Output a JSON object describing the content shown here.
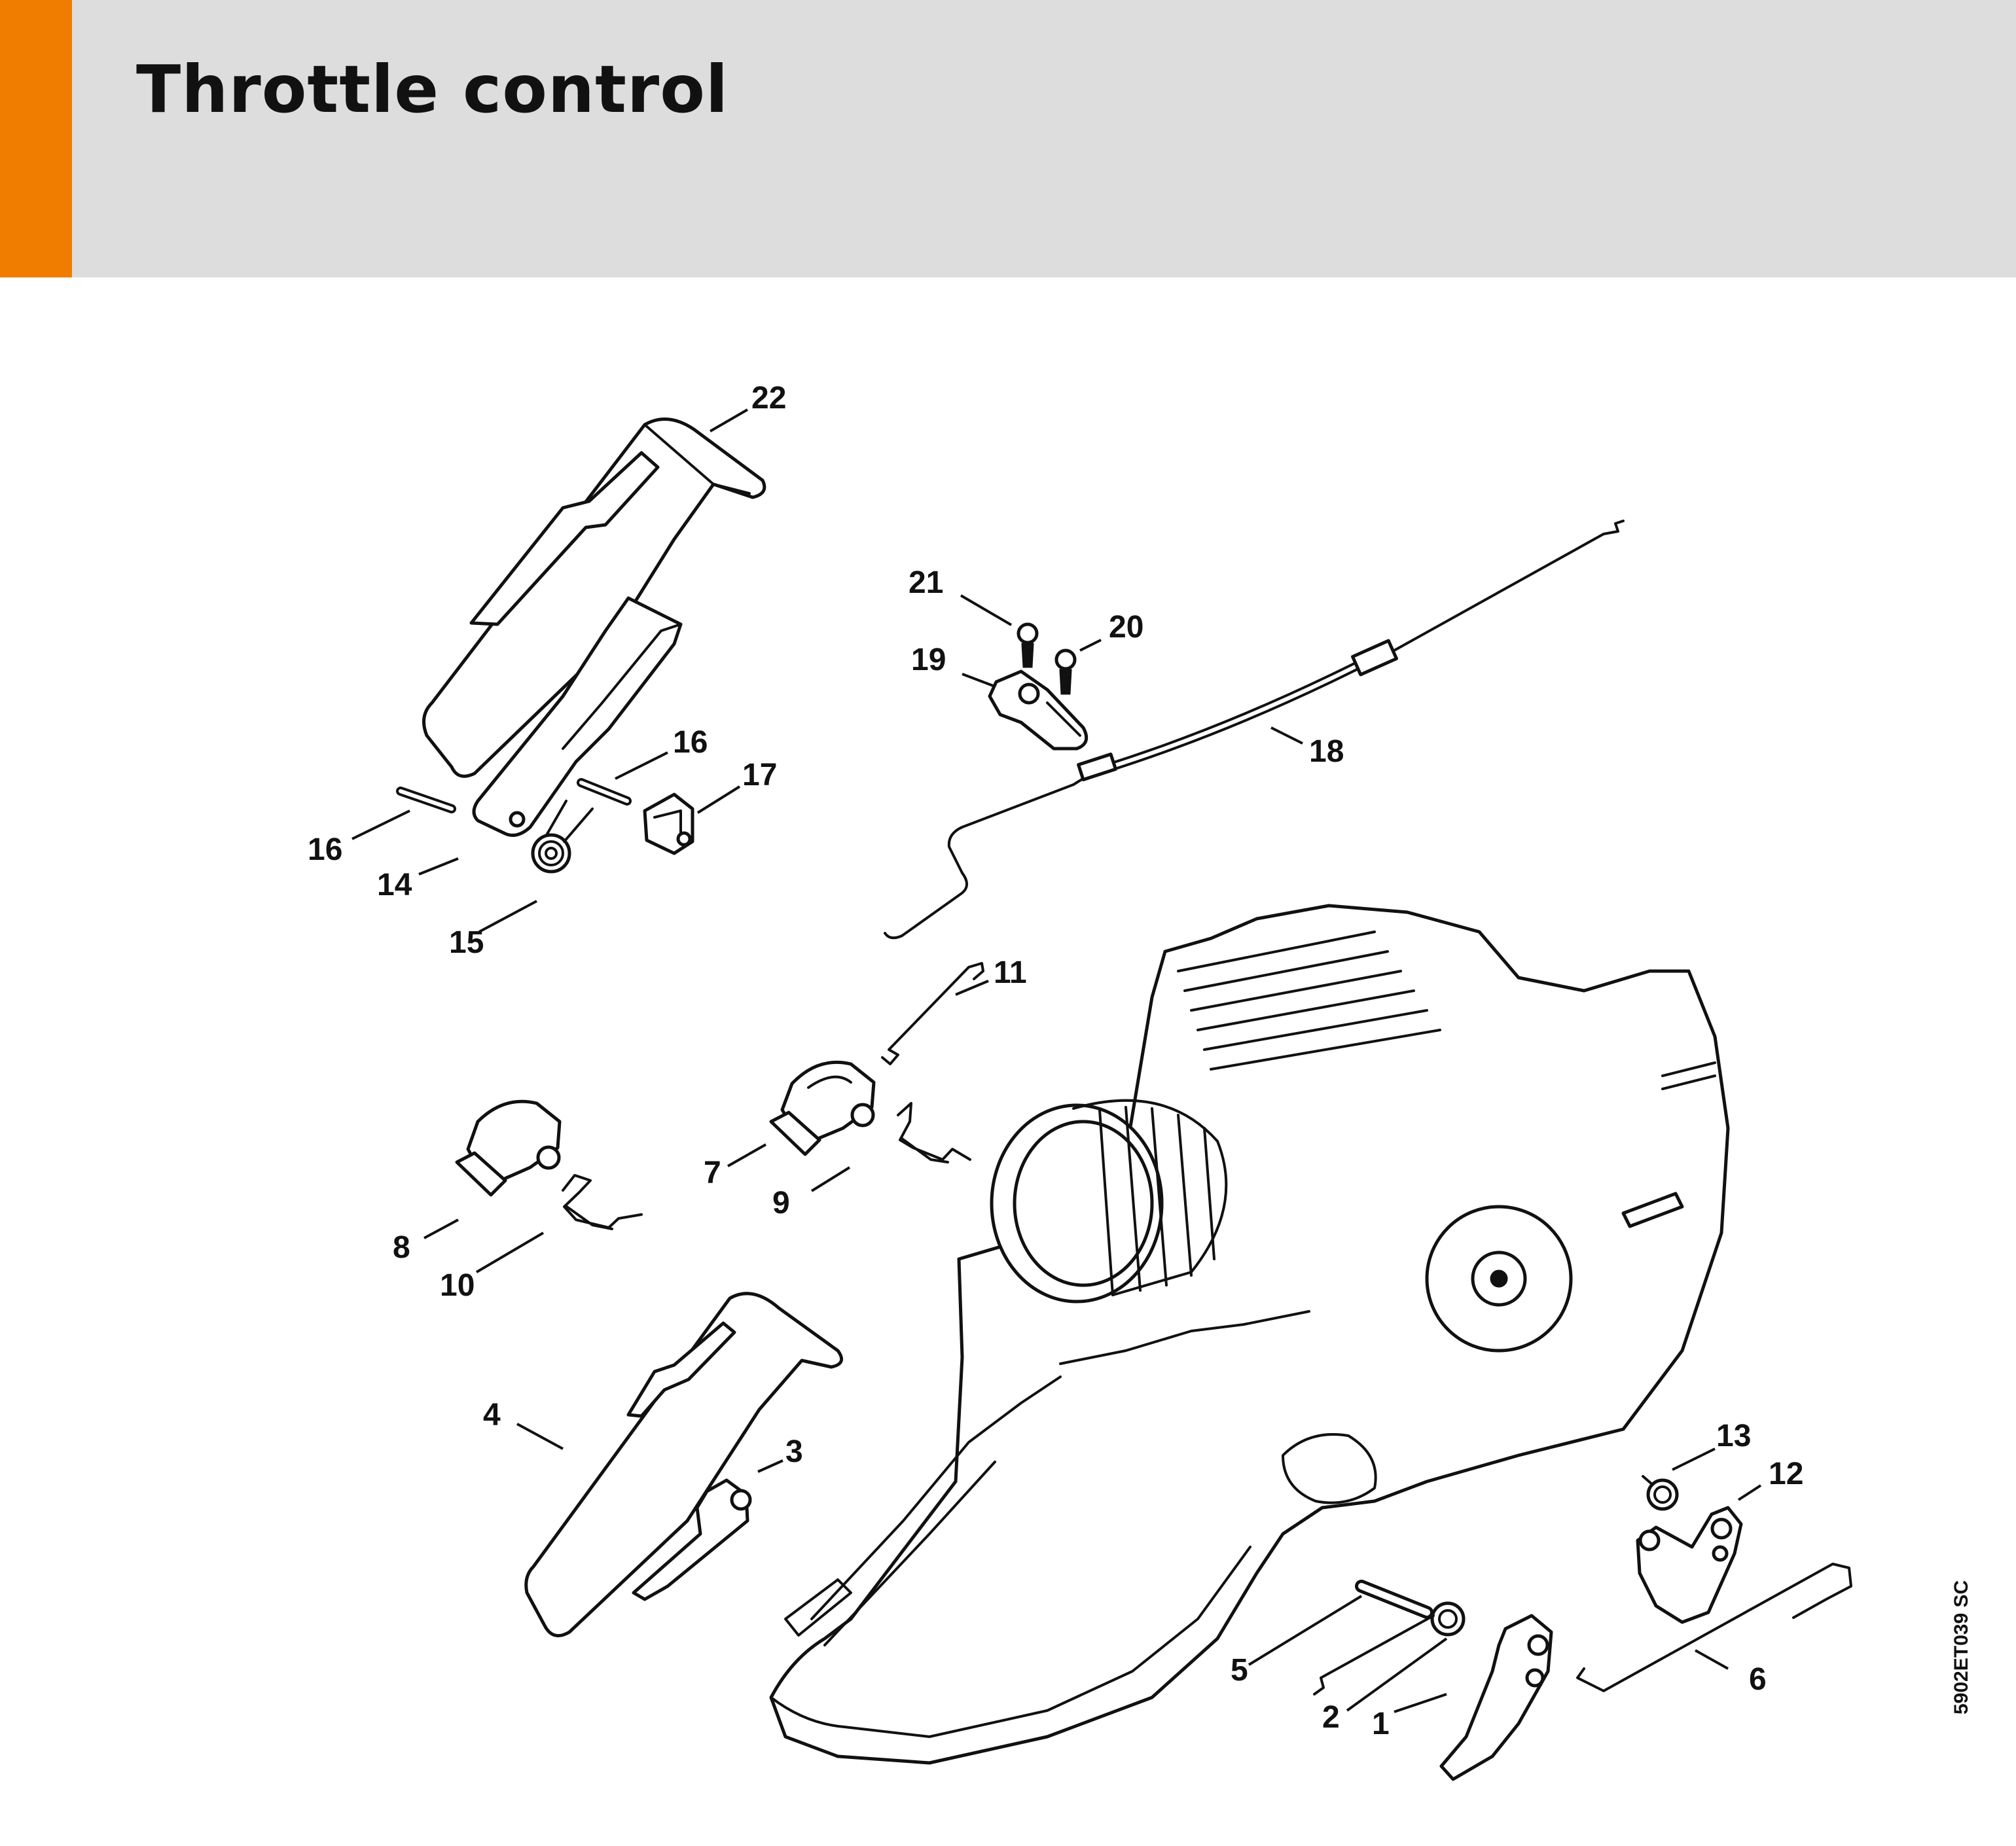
{
  "header": {
    "title": "Throttle control",
    "accent_color": "#f07d00",
    "background_color": "#dcdddc"
  },
  "drawing_ref": "5902ET039 SC",
  "callouts": {
    "c1": "1",
    "c2": "2",
    "c3": "3",
    "c4": "4",
    "c5": "5",
    "c6": "6",
    "c7": "7",
    "c8": "8",
    "c9": "9",
    "c10": "10",
    "c11": "11",
    "c12": "12",
    "c13": "13",
    "c14": "14",
    "c15": "15",
    "c16a": "16",
    "c16b": "16",
    "c17": "17",
    "c18": "18",
    "c19": "19",
    "c20": "20",
    "c21": "21",
    "c22": "22"
  }
}
